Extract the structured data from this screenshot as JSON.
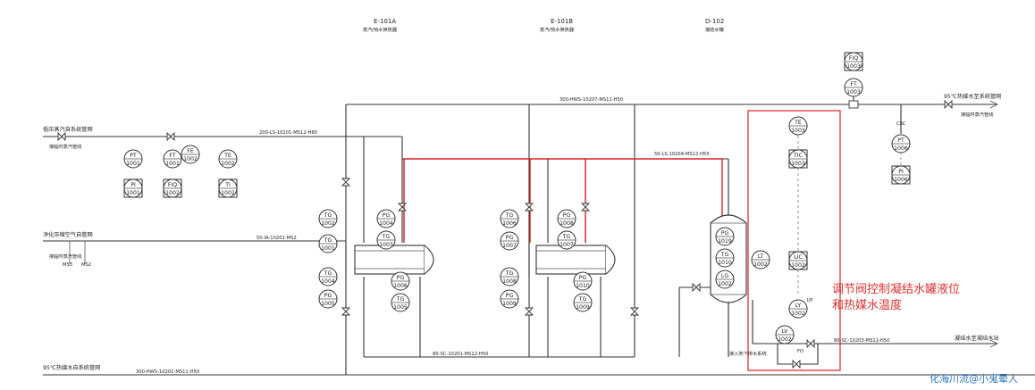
{
  "equipment": [
    {
      "tag": "E-101A",
      "desc": "蒸汽/热水换热器"
    },
    {
      "tag": "E-101B",
      "desc": "蒸汽/热水换热器"
    },
    {
      "tag": "D-102",
      "desc": "凝结水罐"
    }
  ],
  "lines": {
    "l_lp_steam_header": "低压蒸汽自系统管网",
    "l_instrument_air": "净化压缩空气自管网",
    "l_hot_water_in": "95℃热媒水自系统管网",
    "l_hot_water_out": "95℃热媒水至系统管网",
    "l_condensate_out": "凝结水至凝结水站",
    "l_main_hot": "300-HWS-10207-MS11-H50",
    "l_steam": "200-LS-10201-MS12-H80",
    "l_steam2": "50-LS-10204-MS12-H50",
    "l_air": "50-IA-10201-MS2",
    "l_hw_in": "300-HWS-10201-MS11-H50",
    "l_cond": "80-SC-10203-MS12-H50",
    "l_cond2": "80-SC-10201-MS12-H50",
    "l_drain": "接入地下排水系统"
  },
  "small_notes": {
    "n1": "接临时蒸汽管线",
    "n2": "接临时蒸汽管线",
    "n3": "接临时蒸汽管线",
    "ms": "MS3",
    "ms2": "MS2",
    "ip": "I/P",
    "fo": "FO",
    "csc": "CSC"
  },
  "instruments": {
    "pt1001": [
      "PT",
      "1001"
    ],
    "pi1001": [
      "PI",
      "1001"
    ],
    "ft1001": [
      "FT",
      "1001"
    ],
    "fiq1002": [
      "FIQ",
      "1002"
    ],
    "fe1002": [
      "FE",
      "1002"
    ],
    "te1002": [
      "TE",
      "1002"
    ],
    "ti1002": [
      "TI",
      "1002"
    ],
    "tg1002": [
      "TG",
      "1002"
    ],
    "tg1001": [
      "TG",
      "1001"
    ],
    "pg1004": [
      "PG",
      "1004"
    ],
    "tg1003": [
      "TG",
      "1003"
    ],
    "tg1004": [
      "TG",
      "1004"
    ],
    "pg1005": [
      "PG",
      "1005"
    ],
    "pg1006": [
      "PG",
      "1006"
    ],
    "tg1005": [
      "TG",
      "1005"
    ],
    "tg1006": [
      "TG",
      "1006"
    ],
    "pg1007": [
      "PG",
      "1007"
    ],
    "pg1008": [
      "PG",
      "1008"
    ],
    "tg1007": [
      "TG",
      "1007"
    ],
    "tg1008": [
      "TG",
      "1008"
    ],
    "pg1009": [
      "PG",
      "1009"
    ],
    "pg1010": [
      "PG",
      "1010"
    ],
    "tg1009": [
      "TG",
      "1009"
    ],
    "pg1019": [
      "PG",
      "1019"
    ],
    "tg1010": [
      "TG",
      "1010"
    ],
    "lg1002": [
      "LG",
      "1002"
    ],
    "lt1002": [
      "LT",
      "1002"
    ],
    "te1003": [
      "TE",
      "1003"
    ],
    "tic1003": [
      "TIC",
      "1003"
    ],
    "lic1002": [
      "LIC",
      "1002"
    ],
    "ly1002": [
      "LY",
      "1002"
    ],
    "lv1002": [
      "LV",
      "1002"
    ],
    "fiq1003": [
      "FIQ",
      "1003"
    ],
    "ft1003": [
      "FT",
      "1003"
    ],
    "pt1006": [
      "PT",
      "1006"
    ],
    "pi1006": [
      "PI",
      "1006"
    ]
  },
  "annotation": {
    "line1": "调节阀控制凝结水罐液位",
    "line2": "和热媒水温度"
  },
  "watermark": "化海川流@小鬼晕人"
}
